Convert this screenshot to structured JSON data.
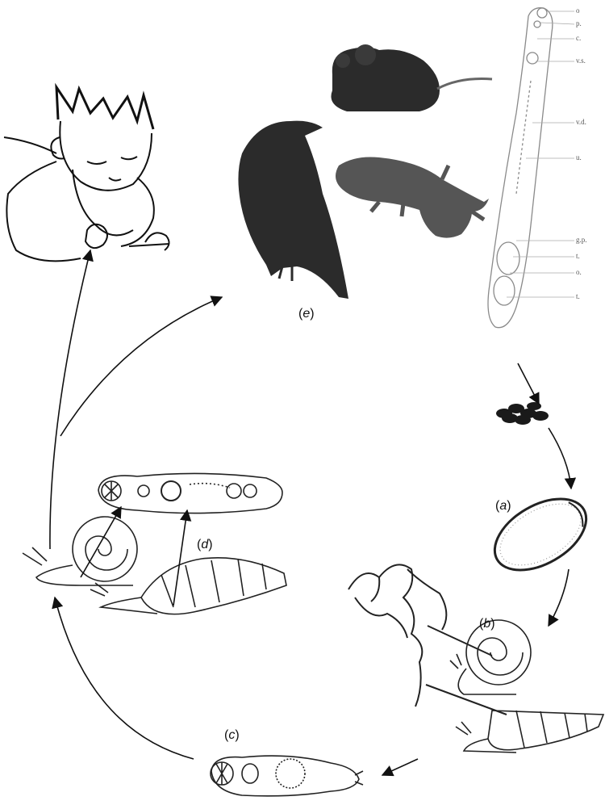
{
  "diagram": {
    "stage_labels": [
      {
        "id": "a",
        "text": "a"
      },
      {
        "id": "b",
        "text": "b"
      },
      {
        "id": "c",
        "text": "c"
      },
      {
        "id": "d",
        "text": "d"
      },
      {
        "id": "e",
        "text": "e"
      }
    ],
    "worm_labels": [
      "o",
      "p.",
      "c.",
      "v.s.",
      "v.d.",
      "u.",
      "g.p.",
      "t.",
      "o.",
      "t."
    ],
    "colors": {
      "ink": "#111111",
      "line": "#222222",
      "photo_dark": "#2b2b2b",
      "lizard": "#555555",
      "worm": "#8a8a8a"
    }
  }
}
